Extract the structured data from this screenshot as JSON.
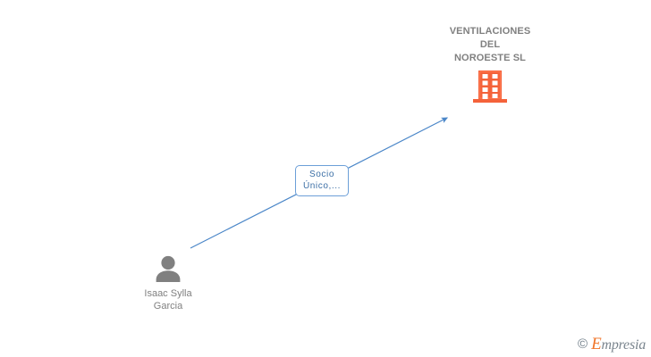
{
  "diagram": {
    "type": "ownership-relationship-graph",
    "background_color": "#ffffff",
    "nodes": [
      {
        "id": "company",
        "kind": "company",
        "label": "VENTILACIONES\nDEL\nNOROESTE SL",
        "icon": "office-building-icon",
        "icon_color": "#f4623a",
        "text_color": "#808080"
      },
      {
        "id": "person",
        "kind": "person",
        "label": "Isaac Sylla\nGarcia",
        "icon": "person-silhouette-icon",
        "icon_color": "#808080",
        "text_color": "#808080"
      }
    ],
    "edges": [
      {
        "id": "edge-person-to-company",
        "from": "person",
        "to": "company",
        "label": "Socio\nÚnico,...",
        "color": "#4a86c8",
        "arrowhead": "triangle"
      }
    ]
  },
  "watermark": {
    "copyright_symbol": "©",
    "brand_initial": "E",
    "brand_rest": "mpresia",
    "accent_color": "#f0762b",
    "text_color": "#7a858e"
  }
}
